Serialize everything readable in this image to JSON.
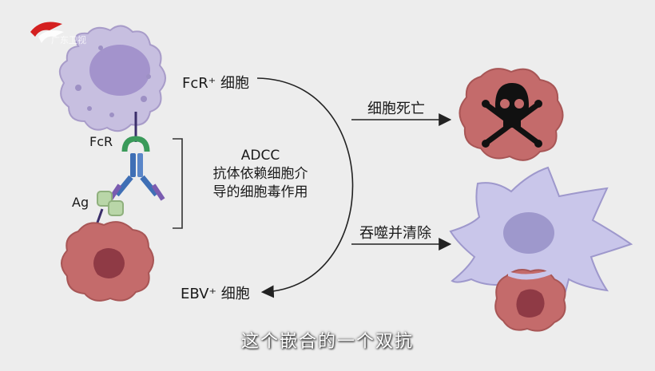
{
  "labels": {
    "fcr_cell": "FcR⁺ 细胞",
    "fcr": "FcR",
    "ag": "Ag",
    "adcc": "ADCC",
    "adcc_line1": "抗体依赖细胞介",
    "adcc_line2": "导的细胞毒作用",
    "ebv_cell": "EBV⁺ 细胞",
    "cell_death": "细胞死亡",
    "engulf": "吞噬并清除"
  },
  "subtitle": "这个嵌合的一个双抗",
  "watermark": "广东卫视",
  "colors": {
    "background": "#ededed",
    "immune_cell": "#c7bfe0",
    "immune_nucleus": "#a393cc",
    "target_cell": "#c46b6b",
    "target_nucleus": "#8f3a45",
    "macrophage": "#c9c6ea",
    "fcr_receptor": "#3a9a5a",
    "antibody": "#3f6fb5",
    "antigen": "#b9d6a8"
  },
  "icons": [
    "channel-logo",
    "skull-crossbones-icon",
    "arrow-icon"
  ]
}
